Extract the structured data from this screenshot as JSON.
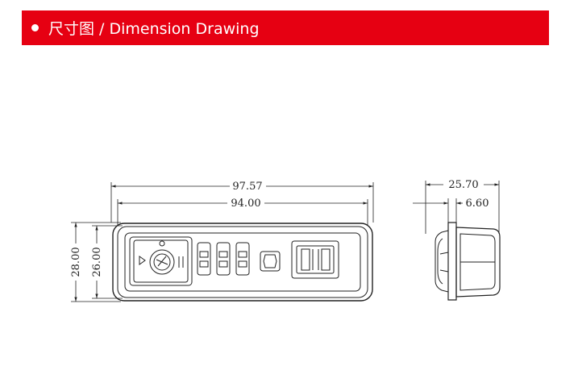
{
  "header": {
    "title": "尺寸图 / Dimension Drawing",
    "background_color": "#e60012",
    "bullet_icon": "bullet-dot-icon"
  },
  "drawing": {
    "front_view": {
      "overall_width": "97.57",
      "inner_width": "94.00",
      "overall_height": "28.00",
      "inner_height": "26.00"
    },
    "side_view": {
      "overall_depth": "25.70",
      "flange_depth": "6.60"
    }
  }
}
